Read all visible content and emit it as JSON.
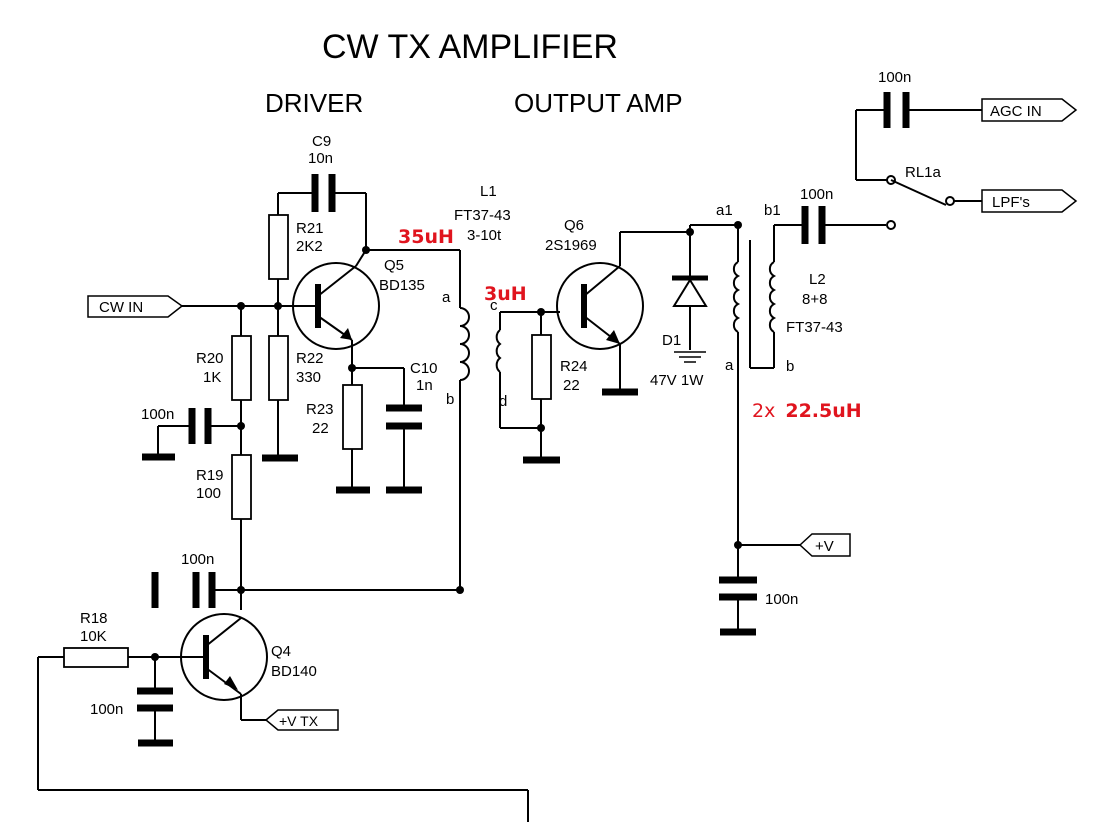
{
  "header": {
    "title": "CW TX AMPLIFIER",
    "driver": "DRIVER",
    "output_amp": "OUTPUT AMP"
  },
  "ports": {
    "cw_in": "CW IN",
    "agc_in": "AGC IN",
    "lpfs": "LPF's",
    "v_plus": "+V",
    "v_tx": "+V TX"
  },
  "components": {
    "c9": {
      "ref": "C9",
      "value": "10n"
    },
    "r21": {
      "ref": "R21",
      "value": "2K2"
    },
    "q5": {
      "ref": "Q5",
      "value": "BD135"
    },
    "r20": {
      "ref": "R20",
      "value": "1K"
    },
    "r22": {
      "ref": "R22",
      "value": "330"
    },
    "r23": {
      "ref": "R23",
      "value": "22"
    },
    "c10": {
      "ref": "C10",
      "value": "1n"
    },
    "r19": {
      "ref": "R19",
      "value": "100"
    },
    "r18": {
      "ref": "R18",
      "value": "10K"
    },
    "q4": {
      "ref": "Q4",
      "value": "BD140"
    },
    "l1": {
      "ref": "L1",
      "core": "FT37-43",
      "turns": "3-10t"
    },
    "q6": {
      "ref": "Q6",
      "value": "2S1969"
    },
    "r24": {
      "ref": "R24",
      "value": "22"
    },
    "d1": {
      "ref": "D1",
      "value": "47V 1W"
    },
    "l2": {
      "ref": "L2",
      "turns": "8+8",
      "core": "FT37-43"
    },
    "rl1a": {
      "ref": "RL1a"
    },
    "cap_100n": "100n"
  },
  "terminals": {
    "a": "a",
    "b": "b",
    "c": "c",
    "d": "d",
    "a1": "a1",
    "b1": "b1"
  },
  "annotations": {
    "l1_primary": "35uH",
    "l1_secondary": "3uH",
    "l2_prefix": "2x",
    "l2_value": "22.5uH"
  }
}
